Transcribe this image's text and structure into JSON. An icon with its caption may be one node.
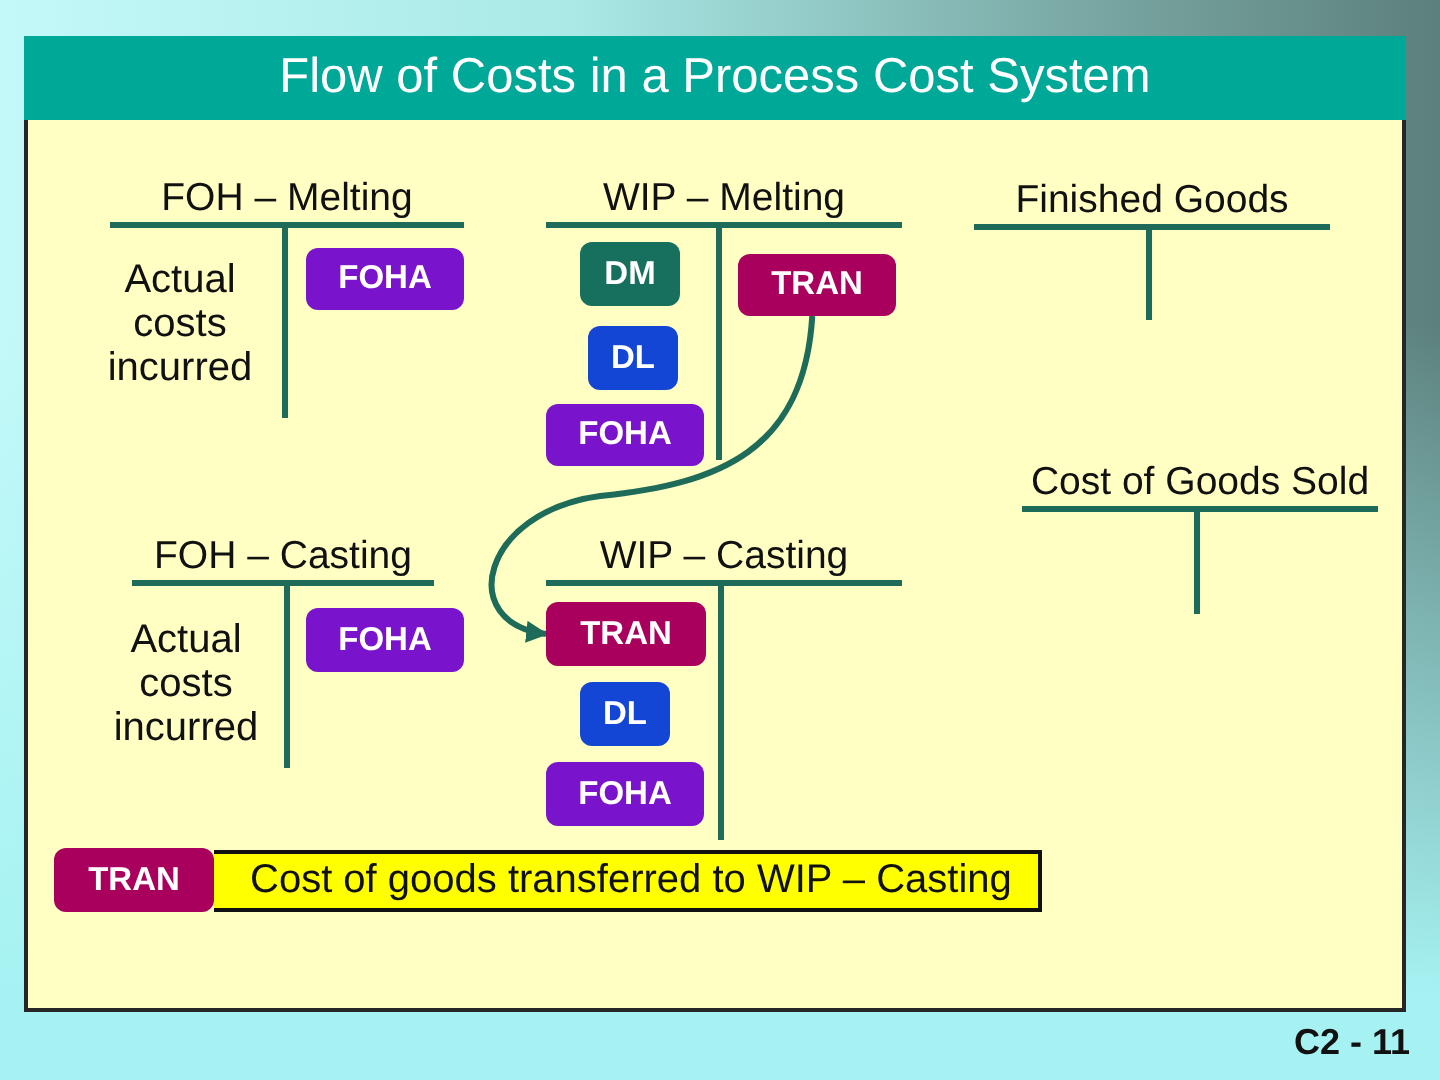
{
  "diagram": {
    "title": "Flow of Costs in a Process Cost System",
    "nodes": [
      {
        "text": [
          "FOH – Melting",
          "Actual costs incurred"
        ]
      },
      {
        "text": [
          "FOHA"
        ],
        "in": 0
      },
      {
        "text": [
          "WIP – Melting"
        ]
      },
      {
        "text": [
          "DM"
        ],
        "in": 2
      },
      {
        "text": [
          "TRAN"
        ],
        "in": 2
      },
      {
        "text": [
          "DL"
        ],
        "in": 2
      },
      {
        "text": [
          "FOHA"
        ],
        "in": 2
      },
      {
        "text": [
          "Finished Goods"
        ]
      },
      {
        "text": [
          "Cost of Goods Sold"
        ]
      },
      {
        "text": [
          "FOH – Casting",
          "Actual costs incurred"
        ]
      },
      {
        "text": [
          "FOHA"
        ],
        "in": 9
      },
      {
        "text": [
          "WIP – Casting"
        ]
      },
      {
        "text": [
          "TRAN"
        ],
        "in": 11
      },
      {
        "text": [
          "DL"
        ],
        "in": 11
      },
      {
        "text": [
          "FOHA"
        ],
        "in": 11
      },
      {
        "text": [
          "TRAN"
        ]
      },
      {
        "text": [
          "Cost of goods transferred to WIP – Casting"
        ]
      }
    ],
    "edges": [
      {
        "from": 4,
        "to": 12,
        "arrow": "to"
      }
    ],
    "labels": [
      "C2 - 11"
    ]
  }
}
